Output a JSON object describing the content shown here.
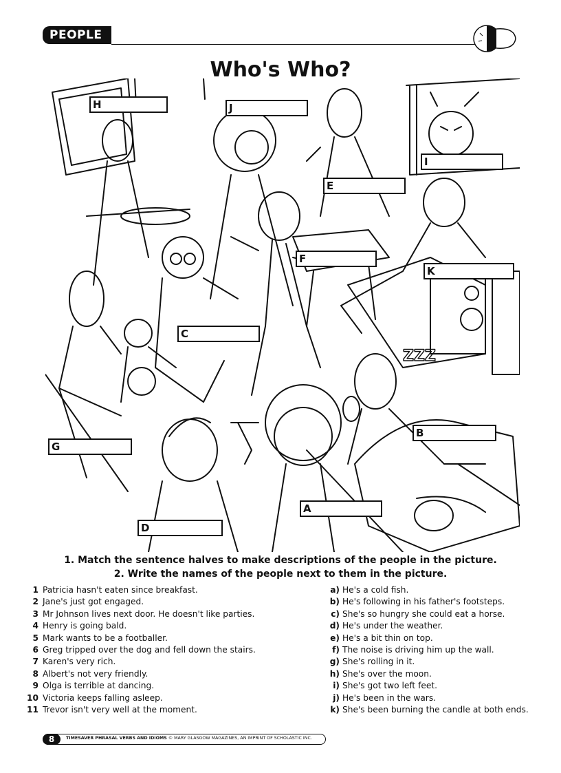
{
  "header": {
    "section_tag": "PEOPLE",
    "logo_icon": "speech-bubble-logo-icon"
  },
  "title": "Who's Who?",
  "picture": {
    "labels": [
      "H",
      "J",
      "I",
      "E",
      "F",
      "K",
      "C",
      "G",
      "B",
      "A",
      "D"
    ]
  },
  "instructions": {
    "line1": "1. Match the sentence halves to make descriptions of the people in the picture.",
    "line2": "2. Write the names of the people next to them in the picture."
  },
  "sentences": [
    {
      "num": "1",
      "text": "Patricia hasn't eaten since breakfast."
    },
    {
      "num": "2",
      "text": "Jane's just got engaged."
    },
    {
      "num": "3",
      "text": "Mr Johnson lives next door. He doesn't like parties."
    },
    {
      "num": "4",
      "text": "Henry is going bald."
    },
    {
      "num": "5",
      "text": "Mark wants to be a footballer."
    },
    {
      "num": "6",
      "text": "Greg tripped over the dog and fell down the stairs."
    },
    {
      "num": "7",
      "text": "Karen's very rich."
    },
    {
      "num": "8",
      "text": "Albert's not very friendly."
    },
    {
      "num": "9",
      "text": "Olga is terrible at dancing."
    },
    {
      "num": "10",
      "text": "Victoria keeps falling asleep."
    },
    {
      "num": "11",
      "text": "Trevor isn't very well at the moment."
    }
  ],
  "endings": [
    {
      "letter": "a)",
      "text": "He's a cold fish."
    },
    {
      "letter": "b)",
      "text": "He's following in his father's footsteps."
    },
    {
      "letter": "c)",
      "text": "She's so hungry she could eat a horse."
    },
    {
      "letter": "d)",
      "text": "He's under the weather."
    },
    {
      "letter": "e)",
      "text": "He's a bit thin on top."
    },
    {
      "letter": "f)",
      "text": "The noise is driving him up the wall."
    },
    {
      "letter": "g)",
      "text": "She's rolling in it."
    },
    {
      "letter": "h)",
      "text": "She's over the moon."
    },
    {
      "letter": "i)",
      "text": "She's got two left feet."
    },
    {
      "letter": "j)",
      "text": "He's been in the wars."
    },
    {
      "letter": "k)",
      "text": "She's been burning the candle at both ends."
    }
  ],
  "footer": {
    "page_number": "8",
    "series": "TIMESAVER PHRASAL VERBS AND IDIOMS",
    "copyright": "© MARY GLASGOW MAGAZINES, AN IMPRINT OF SCHOLASTIC INC."
  }
}
